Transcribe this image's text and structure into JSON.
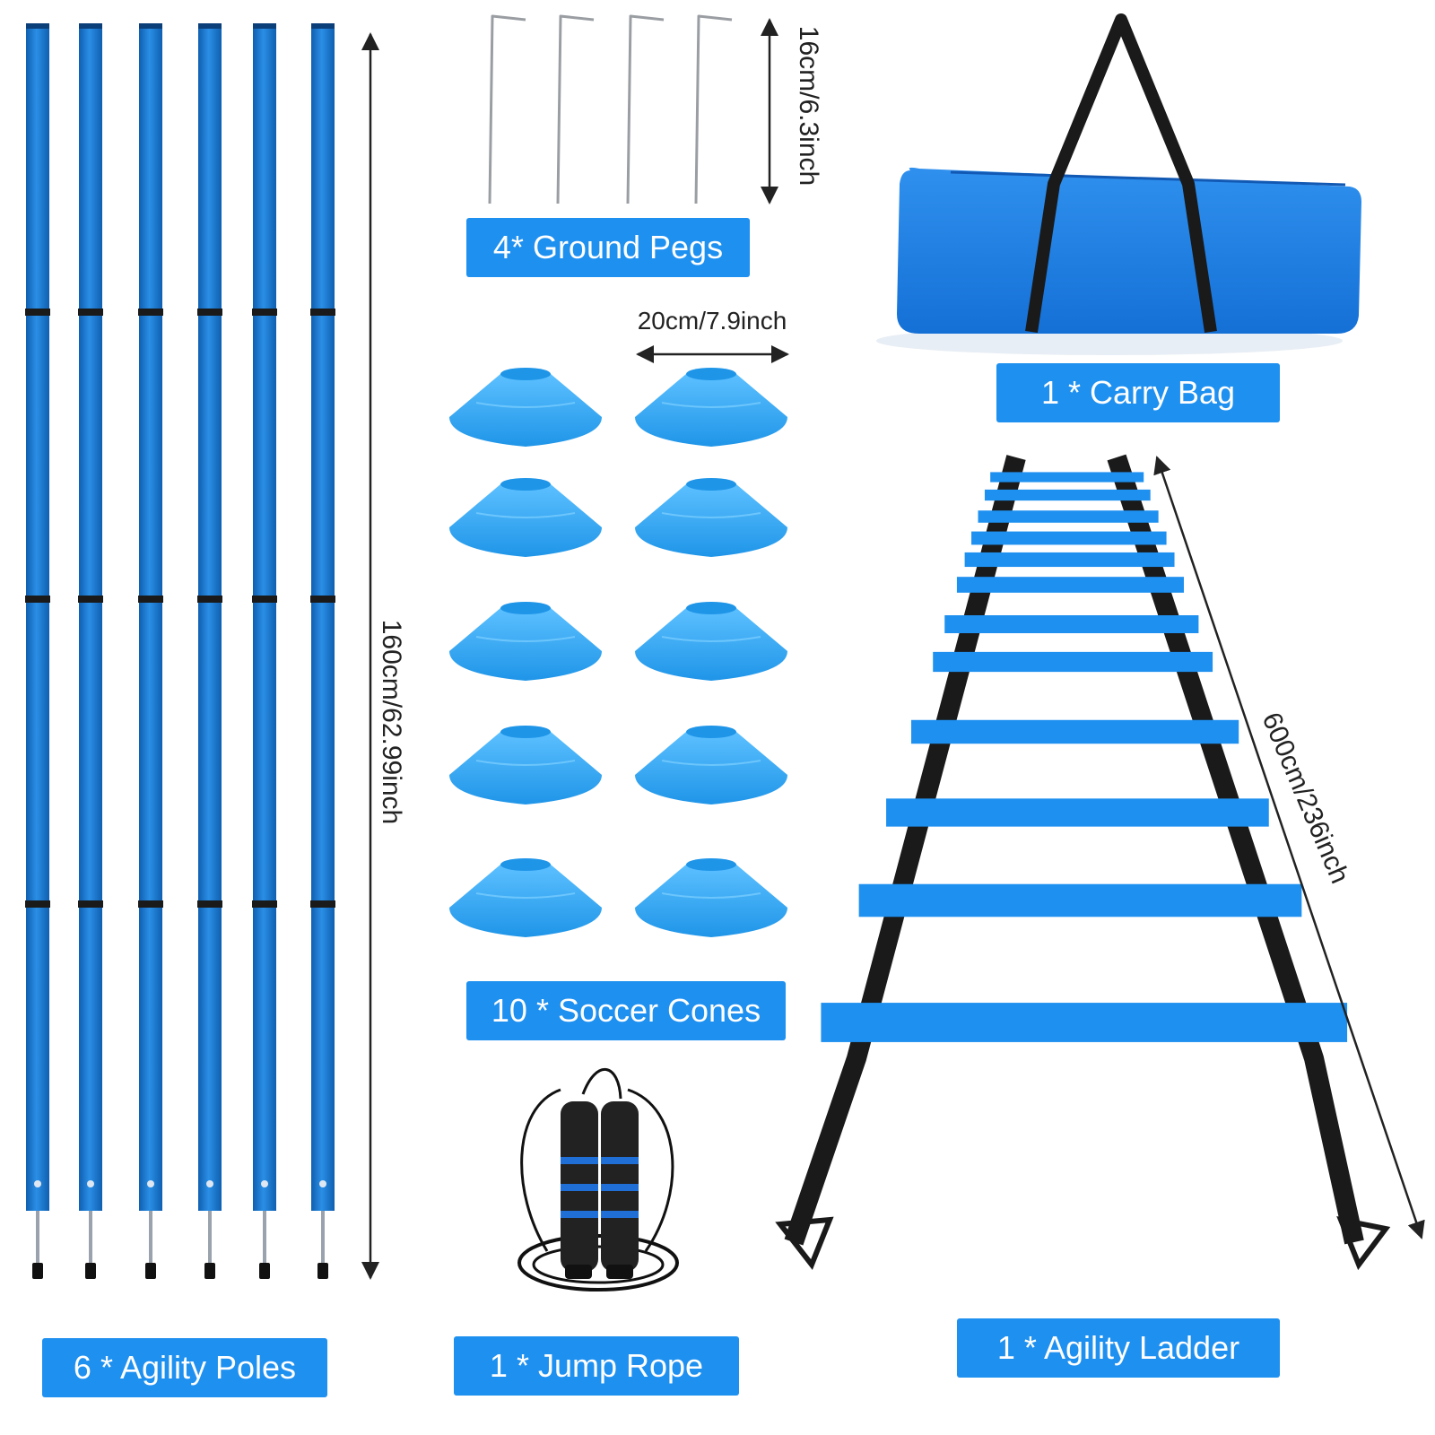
{
  "items": {
    "poles": "6 * Agility Poles",
    "pegs": "4* Ground Pegs",
    "cones": "10 * Soccer Cones",
    "rope": "1 * Jump Rope",
    "bag": "1 * Carry Bag",
    "ladder": "1 * Agility Ladder"
  },
  "dimensions": {
    "poles": "160cm/62.99inch",
    "pegs": "16cm/6.3inch",
    "cones": "20cm/7.9inch",
    "ladder": "600cm/236inch"
  },
  "colors": {
    "accent_blue": "#1e90f0",
    "pole_blue": "#1a7fd6",
    "cone_blue": "#2ba4ef",
    "strap_black": "#1a1a1a"
  }
}
